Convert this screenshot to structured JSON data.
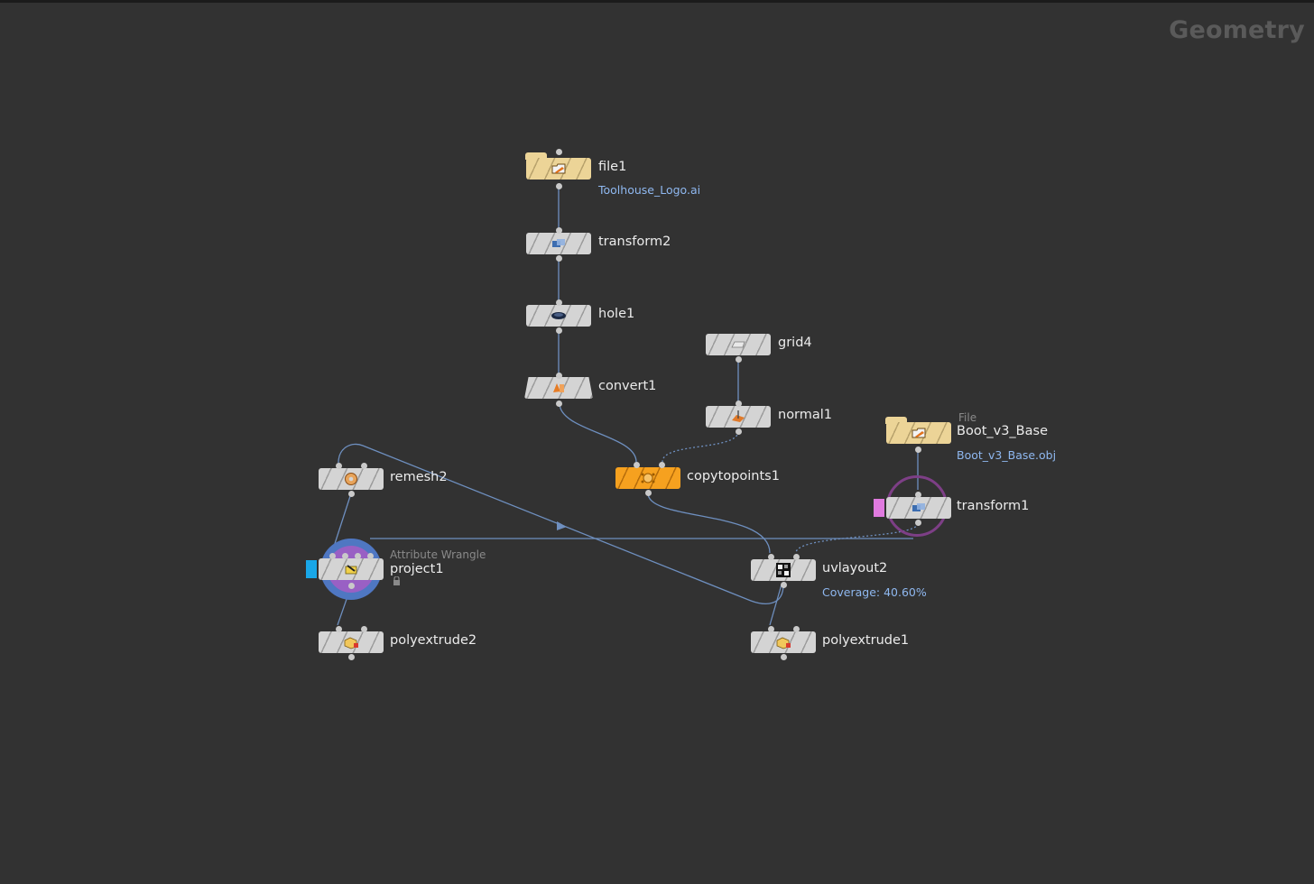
{
  "network": {
    "context_label": "Geometry",
    "nodes": {
      "file1": {
        "name": "file1",
        "detail": "Toolhouse_Logo.ai",
        "icon": "file-icon",
        "color": "#ecd497"
      },
      "transform2": {
        "name": "transform2",
        "icon": "transform-icon"
      },
      "hole1": {
        "name": "hole1",
        "icon": "hole-icon"
      },
      "convert1": {
        "name": "convert1",
        "icon": "convert-icon"
      },
      "grid4": {
        "name": "grid4",
        "icon": "grid-icon"
      },
      "normal1": {
        "name": "normal1",
        "icon": "normal-icon"
      },
      "copytopoints1": {
        "name": "copytopoints1",
        "icon": "copy-to-points-icon",
        "color": "#f6a11f"
      },
      "boot": {
        "type_label": "File",
        "name": "Boot_v3_Base",
        "detail": "Boot_v3_Base.obj",
        "icon": "file-icon",
        "color": "#ecd497"
      },
      "transform1": {
        "name": "transform1",
        "icon": "transform-icon",
        "flag_color": "#e07adf"
      },
      "remesh2": {
        "name": "remesh2",
        "icon": "remesh-donut-icon"
      },
      "project1": {
        "type_label": "Attribute Wrangle",
        "name": "project1",
        "icon": "wrangle-icon",
        "flag_color": "#19a7e8",
        "locked": true
      },
      "uvlayout2": {
        "name": "uvlayout2",
        "detail": "Coverage: 40.60%",
        "icon": "uv-layout-icon"
      },
      "polyextrude2": {
        "name": "polyextrude2",
        "icon": "polyextrude-icon"
      },
      "polyextrude1": {
        "name": "polyextrude1",
        "icon": "polyextrude-icon"
      }
    },
    "colors": {
      "background": "#323232",
      "wire": "#6e8fbf",
      "detail_text": "#8fb8f0",
      "selection_ring": "#7d3f86",
      "display_ring": "#4f77c2"
    }
  }
}
